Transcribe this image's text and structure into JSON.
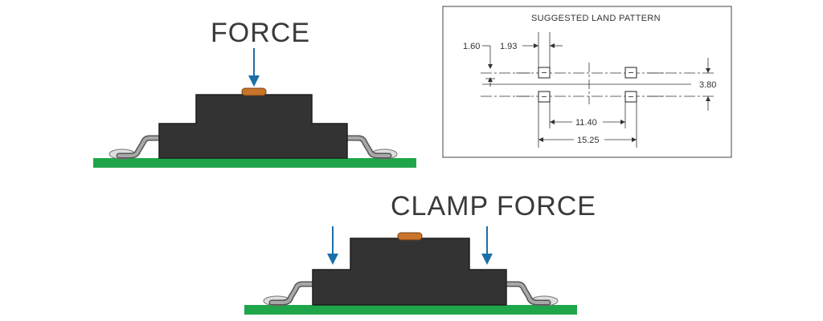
{
  "labels": {
    "force": "FORCE",
    "clamp_force": "CLAMP FORCE"
  },
  "land_pattern": {
    "title": "SUGGESTED LAND PATTERN",
    "dim_1_60": "1.60",
    "dim_1_93": "1.93",
    "dim_3_80": "3.80",
    "dim_11_40": "11.40",
    "dim_15_25": "15.25"
  },
  "colors": {
    "pcb": "#1fa64a",
    "body": "#333333",
    "arrow": "#1b6fa8",
    "pad": "#c8742a",
    "lead": "#8a8a8a",
    "solder": "#dcdcdc",
    "text": "#3a3a3a"
  }
}
